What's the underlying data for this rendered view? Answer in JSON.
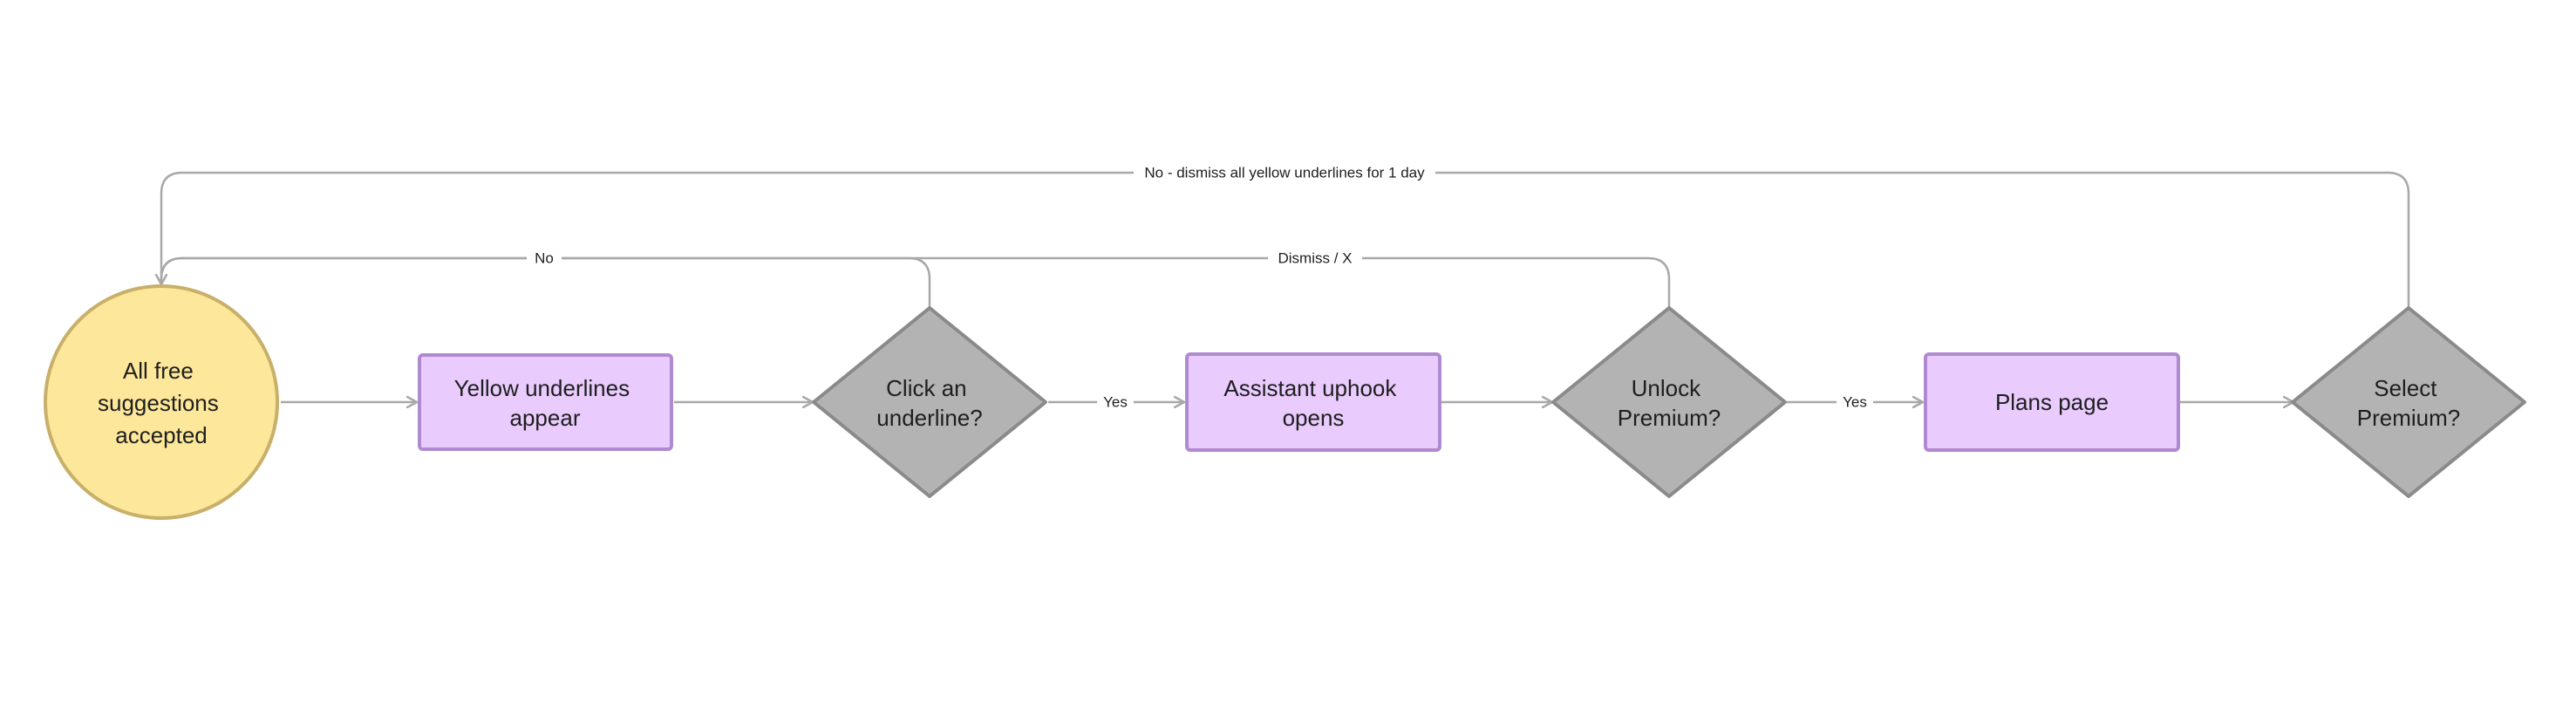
{
  "colors": {
    "start_fill": "#fde79a",
    "start_stroke": "#c8b06a",
    "process_fill": "#e9cbfd",
    "process_stroke": "#b08ad0",
    "decision_fill": "#b3b3b3",
    "decision_stroke": "#8a8a8a",
    "edge": "#a8a8a8",
    "text": "#1e1e1e"
  },
  "nodes": {
    "start": {
      "shape": "circle",
      "lines": [
        "All free",
        "suggestions",
        "accepted"
      ]
    },
    "yellow_underlines": {
      "shape": "rectangle",
      "lines": [
        "Yellow underlines",
        "appear"
      ]
    },
    "click_underline": {
      "shape": "diamond",
      "lines": [
        "Click an",
        "underline?"
      ]
    },
    "assistant_uphook": {
      "shape": "rectangle",
      "lines": [
        "Assistant uphook",
        "opens"
      ]
    },
    "unlock_premium": {
      "shape": "diamond",
      "lines": [
        "Unlock",
        "Premium?"
      ]
    },
    "plans_page": {
      "shape": "rectangle",
      "lines": [
        "Plans page"
      ]
    },
    "select_premium": {
      "shape": "diamond",
      "lines": [
        "Select",
        "Premium?"
      ]
    }
  },
  "edges": {
    "start_to_yellow": {
      "from": "start",
      "to": "yellow_underlines",
      "label": ""
    },
    "yellow_to_click": {
      "from": "yellow_underlines",
      "to": "click_underline",
      "label": ""
    },
    "click_yes": {
      "from": "click_underline",
      "to": "assistant_uphook",
      "label": "Yes"
    },
    "assistant_to_unlock": {
      "from": "assistant_uphook",
      "to": "unlock_premium",
      "label": ""
    },
    "unlock_yes": {
      "from": "unlock_premium",
      "to": "plans_page",
      "label": "Yes"
    },
    "plans_to_select": {
      "from": "plans_page",
      "to": "select_premium",
      "label": ""
    },
    "click_no": {
      "from": "click_underline",
      "to": "start",
      "label": "No"
    },
    "unlock_dismiss": {
      "from": "unlock_premium",
      "to": "start",
      "label": "Dismiss / X"
    },
    "select_no": {
      "from": "select_premium",
      "to": "start",
      "label": "No - dismiss all yellow underlines for 1 day"
    }
  }
}
